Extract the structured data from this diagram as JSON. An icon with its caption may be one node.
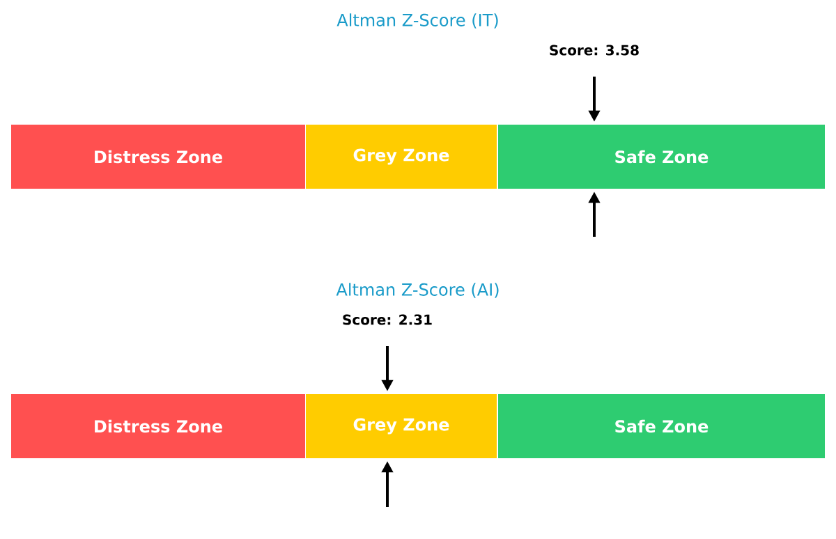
{
  "diagram": {
    "nodes": [
      {
        "text": [
          "Distress Zone"
        ]
      },
      {
        "text": [
          "Grey Zone"
        ]
      },
      {
        "text": [
          "Safe Zone"
        ]
      },
      {
        "text": [
          "Distress Zone"
        ]
      },
      {
        "text": [
          "Grey Zone"
        ]
      },
      {
        "text": [
          "Safe Zone"
        ]
      }
    ],
    "edges": [
      {
        "from": null,
        "to": 2,
        "arrow": "to"
      },
      {
        "from": null,
        "to": 2,
        "arrow": "to"
      },
      {
        "from": null,
        "to": 4,
        "arrow": "to"
      },
      {
        "from": null,
        "to": 4,
        "arrow": "to"
      }
    ],
    "labels": [
      "Altman Z-Score (IT)",
      "Score: 3.58",
      "Altman Z-Score (AI)",
      "Score: 2.31"
    ]
  }
}
